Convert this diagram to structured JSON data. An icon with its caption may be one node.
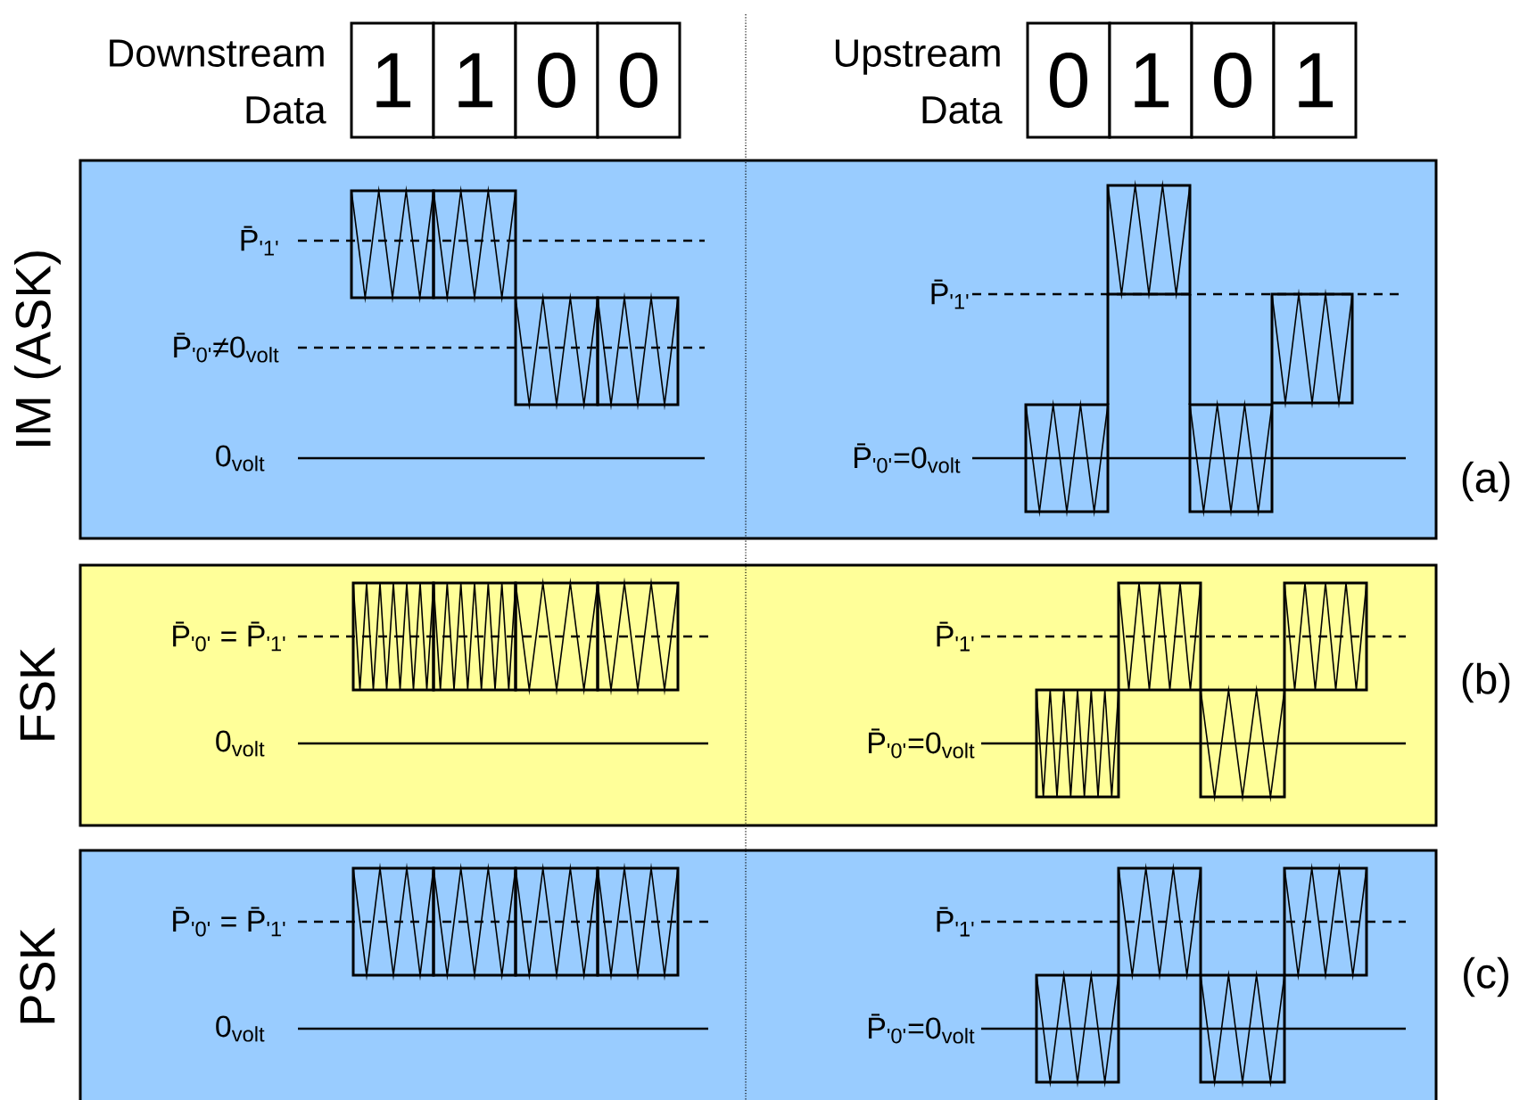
{
  "diagram": {
    "nodes": [
      {
        "text": [
          "IM (ASK)"
        ],
        "beside": [
          "(a)"
        ]
      },
      {
        "text": [
          "FSK"
        ],
        "beside": [
          "(b)"
        ]
      },
      {
        "text": [
          "PSK"
        ],
        "beside": [
          "(c)"
        ]
      },
      {
        "text": [
          "1"
        ]
      },
      {
        "text": [
          "1"
        ]
      },
      {
        "text": [
          "0"
        ]
      },
      {
        "text": [
          "0"
        ]
      },
      {
        "text": [
          "0"
        ]
      },
      {
        "text": [
          "1"
        ]
      },
      {
        "text": [
          "0"
        ]
      },
      {
        "text": [
          "1"
        ]
      }
    ],
    "labels": [
      "Downstream Data",
      "Upstream Data",
      "P̄$_{'1'}$",
      "P̄$_{'0'}$≠0$_{volt}$",
      "0$_{volt}$",
      "P̄$_{'1'}$",
      "P̄$_{'0'}$=0$_{volt}$",
      "P̄$_{'0'}$ = P̄$_{'1'}$",
      "0$_{volt}$",
      "P̄$_{'1'}$",
      "P̄$_{'0'}$=0$_{volt}$",
      "P̄$_{'0'}$ = P̄$_{'1'}$",
      "0$_{volt}$",
      "P̄$_{'1'}$",
      "P̄$_{'0'}$=0$_{volt}$"
    ]
  }
}
